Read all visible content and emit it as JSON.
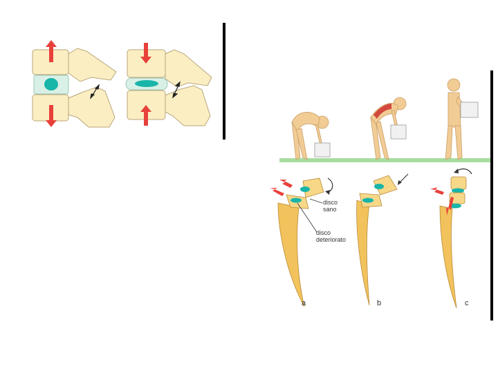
{
  "colors": {
    "bone": "#fbeec3",
    "bone_stroke": "#b9a67a",
    "disc": "#d9f0e6",
    "nucleus": "#18b5a8",
    "arrow_red": "#e8403a",
    "ground": "#a8dca0",
    "skin": "#f1cc95",
    "tail": "#f2c25c",
    "box_fill": "#f1f1f1",
    "divider": "#000000"
  },
  "icons": [
    "compression-arrow-icon",
    "small-double-arrow-icon",
    "rotation-arrow-icon",
    "force-arrow-icon"
  ],
  "figure_left": {
    "panels": [
      "normal-disc",
      "compressed-disc"
    ]
  },
  "figure_right": {
    "poses": [
      "bent-over-lift",
      "back-strain-lift",
      "upright-carry"
    ],
    "labels": {
      "disc_healthy": "disco\nsano",
      "disc_degenerated": "disco\ndeteriorato",
      "panel_a": "a",
      "panel_b": "b",
      "panel_c": "c"
    }
  }
}
